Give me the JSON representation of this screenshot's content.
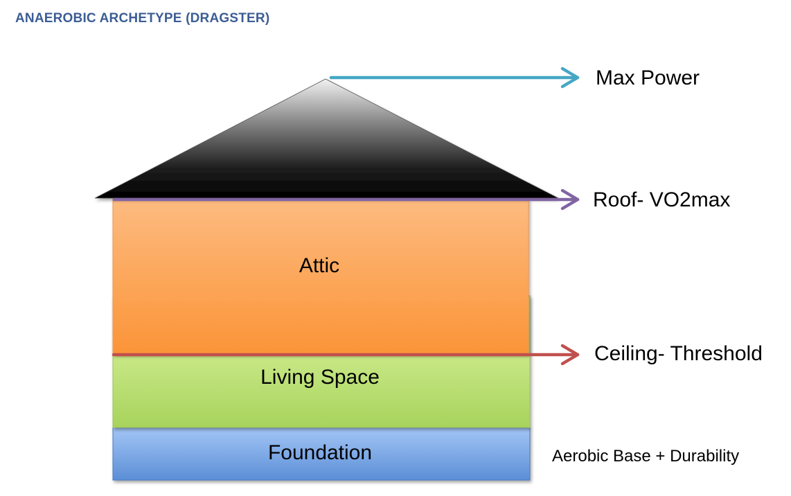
{
  "title": "ANAEROBIC ARCHETYPE (DRAGSTER)",
  "house": {
    "attic": "Attic",
    "living_space": "Living Space",
    "foundation": "Foundation"
  },
  "annotations": {
    "max_power": "Max Power",
    "roof": "Roof- VO2max",
    "ceiling": "Ceiling- Threshold",
    "base": "Aerobic Base + Durability"
  },
  "colors": {
    "title": "#3c5d93",
    "max_power_arrow": "#45a7c4",
    "roof_arrow": "#8064a2",
    "ceiling_arrow": "#c0504d",
    "attic_top": "#fdbb80",
    "attic_bottom": "#fb9438",
    "living_top": "#e4f8a8",
    "living_bottom": "#a7d35c",
    "foundation_top": "#a3c6f6",
    "foundation_bottom": "#5b8ed6"
  }
}
